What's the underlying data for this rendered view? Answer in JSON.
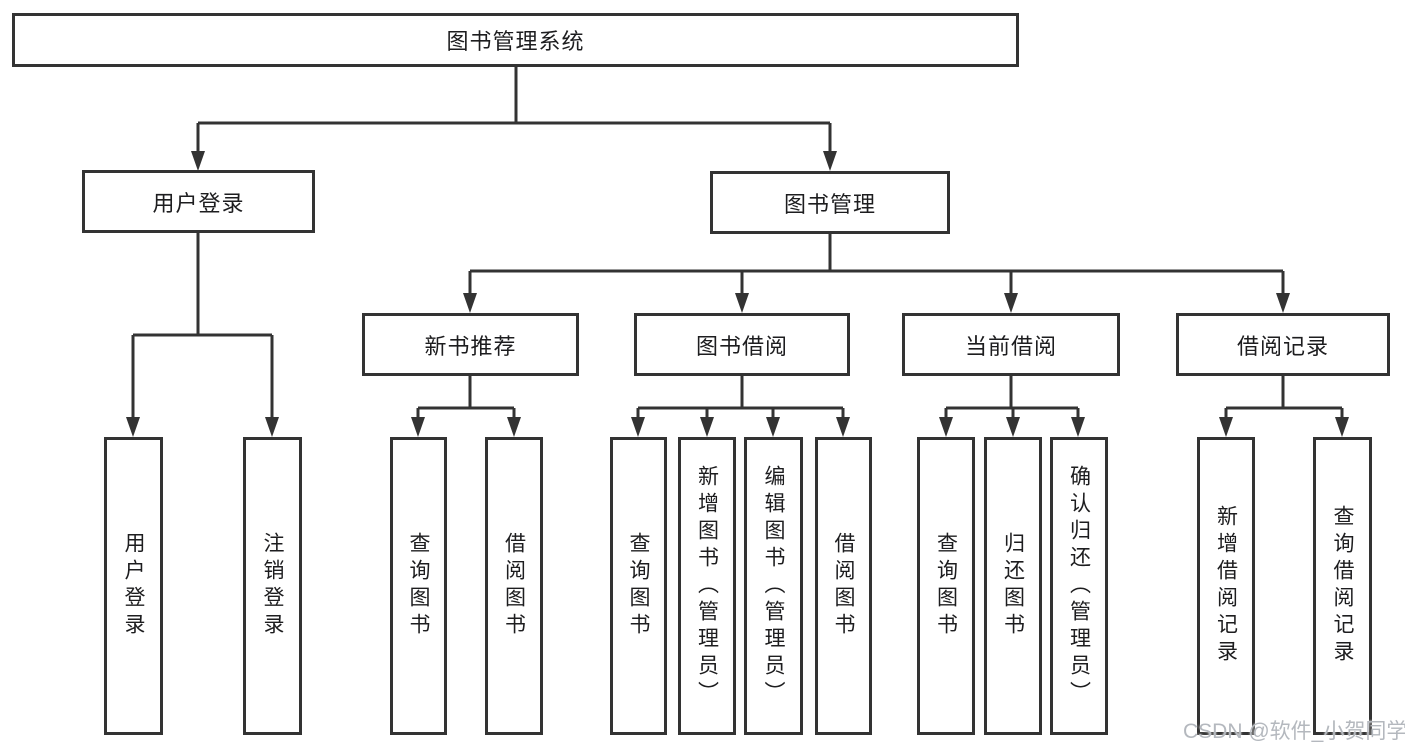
{
  "diagram": {
    "root": {
      "label": "图书管理系统"
    },
    "branches": {
      "user_login": {
        "label": "用户登录"
      },
      "book_management": {
        "label": "图书管理"
      },
      "new_book_recommend": {
        "label": "新书推荐"
      },
      "book_borrow": {
        "label": "图书借阅"
      },
      "current_borrow": {
        "label": "当前借阅"
      },
      "borrow_record": {
        "label": "借阅记录"
      }
    },
    "leaves": {
      "user_login_action": {
        "label": "用户登录"
      },
      "logout_action": {
        "label": "注销登录"
      },
      "recommend_query_books": {
        "label": "查询图书"
      },
      "recommend_borrow_books": {
        "label": "借阅图书"
      },
      "borrow_query_books": {
        "label": "查询图书"
      },
      "borrow_add_books": {
        "label": "新增图书（管理员）"
      },
      "borrow_edit_books": {
        "label": "编辑图书（管理员）"
      },
      "borrow_borrow_books": {
        "label": "借阅图书"
      },
      "current_query_books": {
        "label": "查询图书"
      },
      "current_return_books": {
        "label": "归还图书"
      },
      "current_confirm_return": {
        "label": "确认归还（管理员）"
      },
      "record_add_record": {
        "label": "新增借阅记录"
      },
      "record_query_record": {
        "label": "查询借阅记录"
      }
    }
  },
  "watermark": {
    "text": "CSDN @软件_小贺同学"
  },
  "colors": {
    "line": "#333333",
    "text": "#1d1d1f",
    "box_background": "#ffffff",
    "watermark": "#b4b8be"
  }
}
